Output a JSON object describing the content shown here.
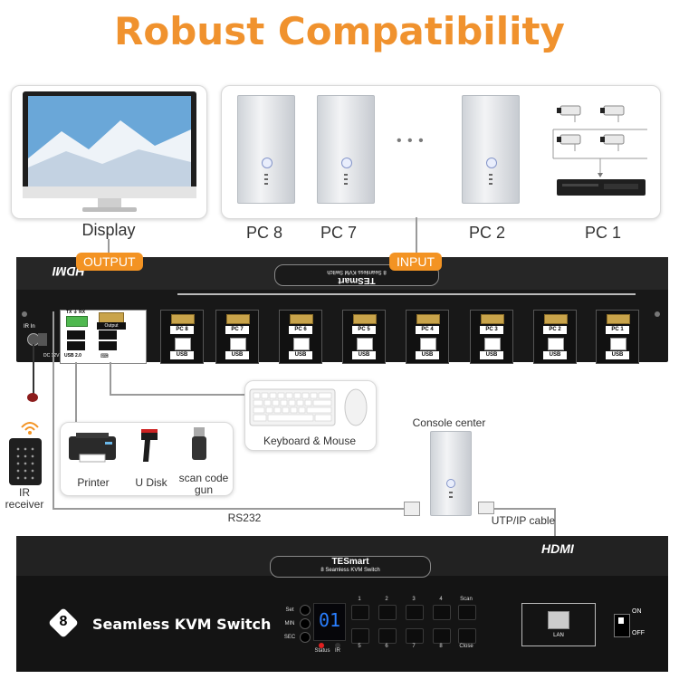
{
  "title": "Robust Compatibility",
  "display_label": "Display",
  "pcs": [
    "PC 8",
    "PC 7",
    "PC 2",
    "PC 1"
  ],
  "ellipsis": "• • •",
  "tags": {
    "output": "OUTPUT",
    "input": "INPUT"
  },
  "rack_brand": "TESmart",
  "rack_model": "8 Seamless KVM Switch",
  "hdmi_logo": "HDMI",
  "ports": [
    {
      "label": "PC 8",
      "usb": "USB"
    },
    {
      "label": "PC 7",
      "usb": "USB"
    },
    {
      "label": "PC 6",
      "usb": "USB"
    },
    {
      "label": "PC 5",
      "usb": "USB"
    },
    {
      "label": "PC 4",
      "usb": "USB"
    },
    {
      "label": "PC 3",
      "usb": "USB"
    },
    {
      "label": "PC 2",
      "usb": "USB"
    },
    {
      "label": "PC 1",
      "usb": "USB"
    }
  ],
  "rear_labels": {
    "ir_in": "IR In",
    "dc": "DC 12V",
    "txrx": "TX ⏚ RX",
    "output": "Output",
    "usb20": "USB 2.0"
  },
  "peripherals": {
    "keyboard_mouse": "Keyboard & Mouse",
    "printer": "Printer",
    "udisk": "U Disk",
    "scan_gun": "scan code\ngun",
    "ir_receiver": "IR\nreceiver",
    "rs232": "RS232",
    "console": "Console center",
    "utp": "UTP/IP cable"
  },
  "front": {
    "name": "Seamless KVM Switch",
    "logo_digit": "8",
    "left_buttons": [
      "Set",
      "MIN",
      "SEC"
    ],
    "display_digits": "01",
    "status": "Status",
    "ir": "IR",
    "top_keys": [
      "1",
      "2",
      "3",
      "4",
      "Scan"
    ],
    "bottom_keys": [
      "5",
      "6",
      "7",
      "8",
      "Close"
    ],
    "lan": "LAN",
    "on": "ON",
    "off": "OFF"
  },
  "colors": {
    "accent": "#f39323",
    "title": "#f0922e",
    "device": "#181818"
  }
}
